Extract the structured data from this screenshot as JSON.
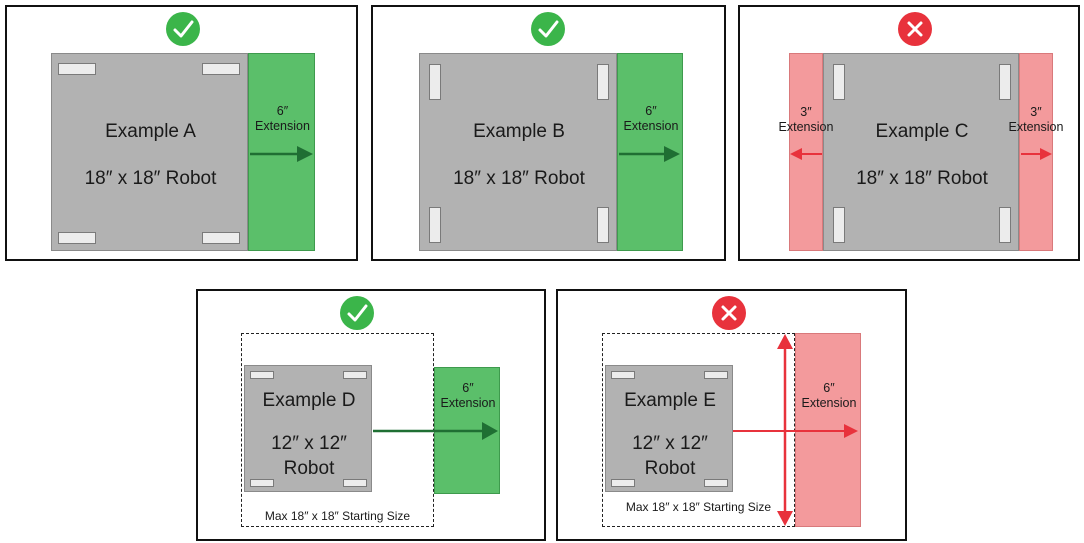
{
  "colors": {
    "ok": "#3bb54a",
    "bad": "#e8323c",
    "robot": "#b2b2b2",
    "ext_ok": "#5bbf6a",
    "ext_bad": "#f39a9c",
    "arrow_ok": "#1f6f33",
    "arrow_bad": "#e8323c"
  },
  "icons": {
    "ok": "checkmark-icon",
    "bad": "x-mark-icon"
  },
  "examples": {
    "a": {
      "title": "Example A",
      "size": "18″ x 18″ Robot",
      "ext_amount": "6″",
      "ext_word": "Extension",
      "status": "ok"
    },
    "b": {
      "title": "Example B",
      "size": "18″ x 18″ Robot",
      "ext_amount": "6″",
      "ext_word": "Extension",
      "status": "ok"
    },
    "c": {
      "title": "Example C",
      "size": "18″ x 18″ Robot",
      "ext_amount_left": "3″",
      "ext_amount_right": "3″",
      "ext_word": "Extension",
      "status": "bad"
    },
    "d": {
      "title": "Example D",
      "size_line1": "12″ x 12″",
      "size_line2": "Robot",
      "ext_amount": "6″",
      "ext_word": "Extension",
      "caption": "Max 18″ x 18″ Starting Size",
      "status": "ok"
    },
    "e": {
      "title": "Example E",
      "size_line1": "12″ x 12″",
      "size_line2": "Robot",
      "ext_amount": "6″",
      "ext_word": "Extension",
      "caption": "Max 18″ x 18″ Starting Size",
      "status": "bad"
    }
  }
}
